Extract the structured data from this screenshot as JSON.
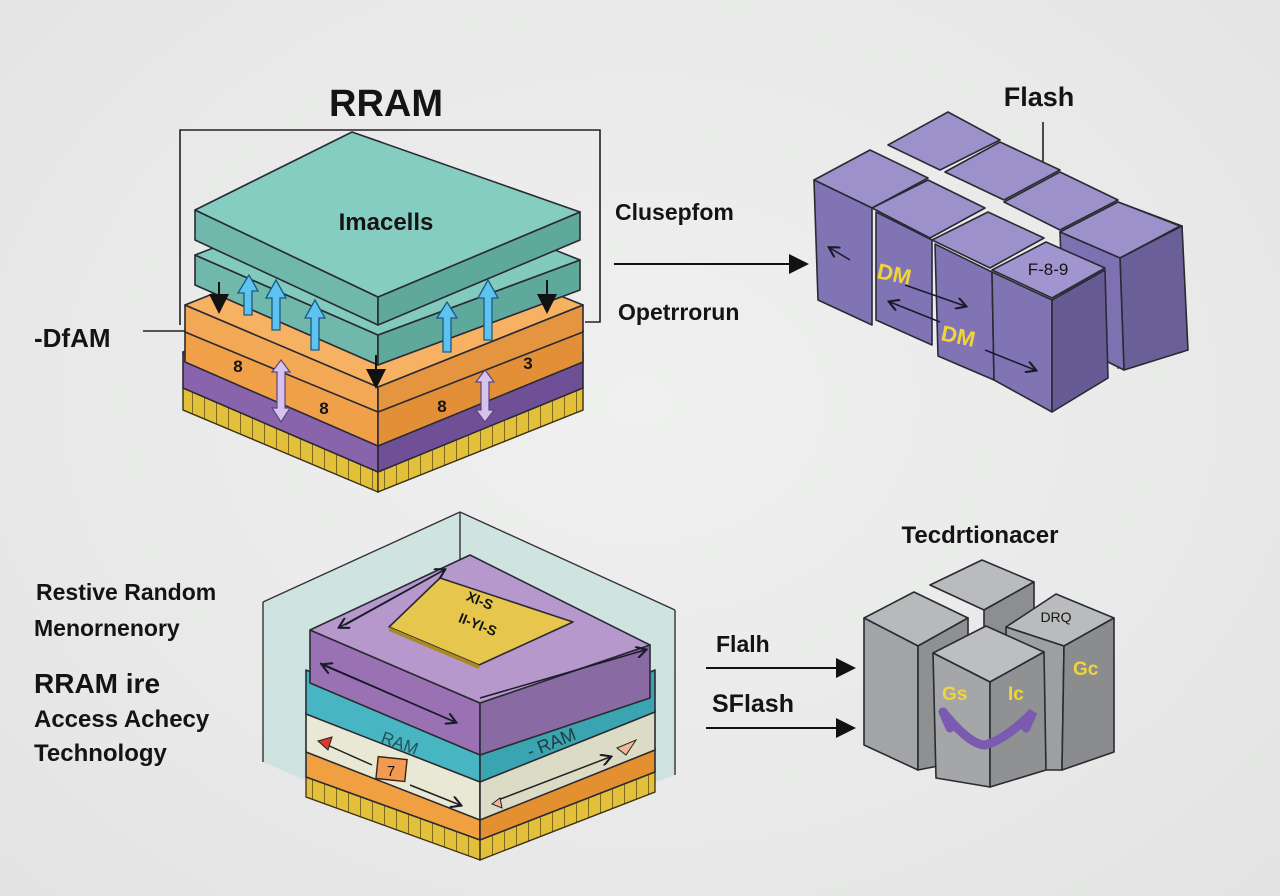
{
  "title": "RRAM",
  "top_left_stack": {
    "top_layer_label": "Imacells",
    "side_label": "-DfAM",
    "layer_numbers": [
      "8",
      "8",
      "8",
      "3"
    ]
  },
  "connector_labels": {
    "upper": "Clusepfom",
    "lower": "Opetrrorun"
  },
  "flash_block": {
    "title": "Flash",
    "cell_labels": [
      "DM",
      "DM"
    ],
    "top_cell_label": "F-8-9"
  },
  "bottom_left_text": {
    "line1": "Restive Random",
    "line2": "Menornenory",
    "line3": "RRAM ire",
    "line4": "Access Achecy",
    "line5": "Technology"
  },
  "bottom_stack": {
    "chip_line1": "XI-S",
    "chip_line2": "II-YI-S",
    "ram_left": "RAM",
    "ram_right": "- RAM",
    "badge": "7"
  },
  "bottom_arrow_labels": {
    "upper": "Flalh",
    "lower": "SFlash"
  },
  "tech_block": {
    "title": "Tecdrtionacer",
    "top_label": "DRQ",
    "face_labels": [
      "Gs",
      "Ic",
      "Gc"
    ]
  },
  "colors": {
    "teal": "#7cc8bc",
    "orange": "#f0a04a",
    "purple": "#8a6bb0",
    "flash_purple": "#8b7fc0",
    "gold": "#e6c23a",
    "gray_block": "#a9abad",
    "yellow_text": "#f0d43a"
  }
}
